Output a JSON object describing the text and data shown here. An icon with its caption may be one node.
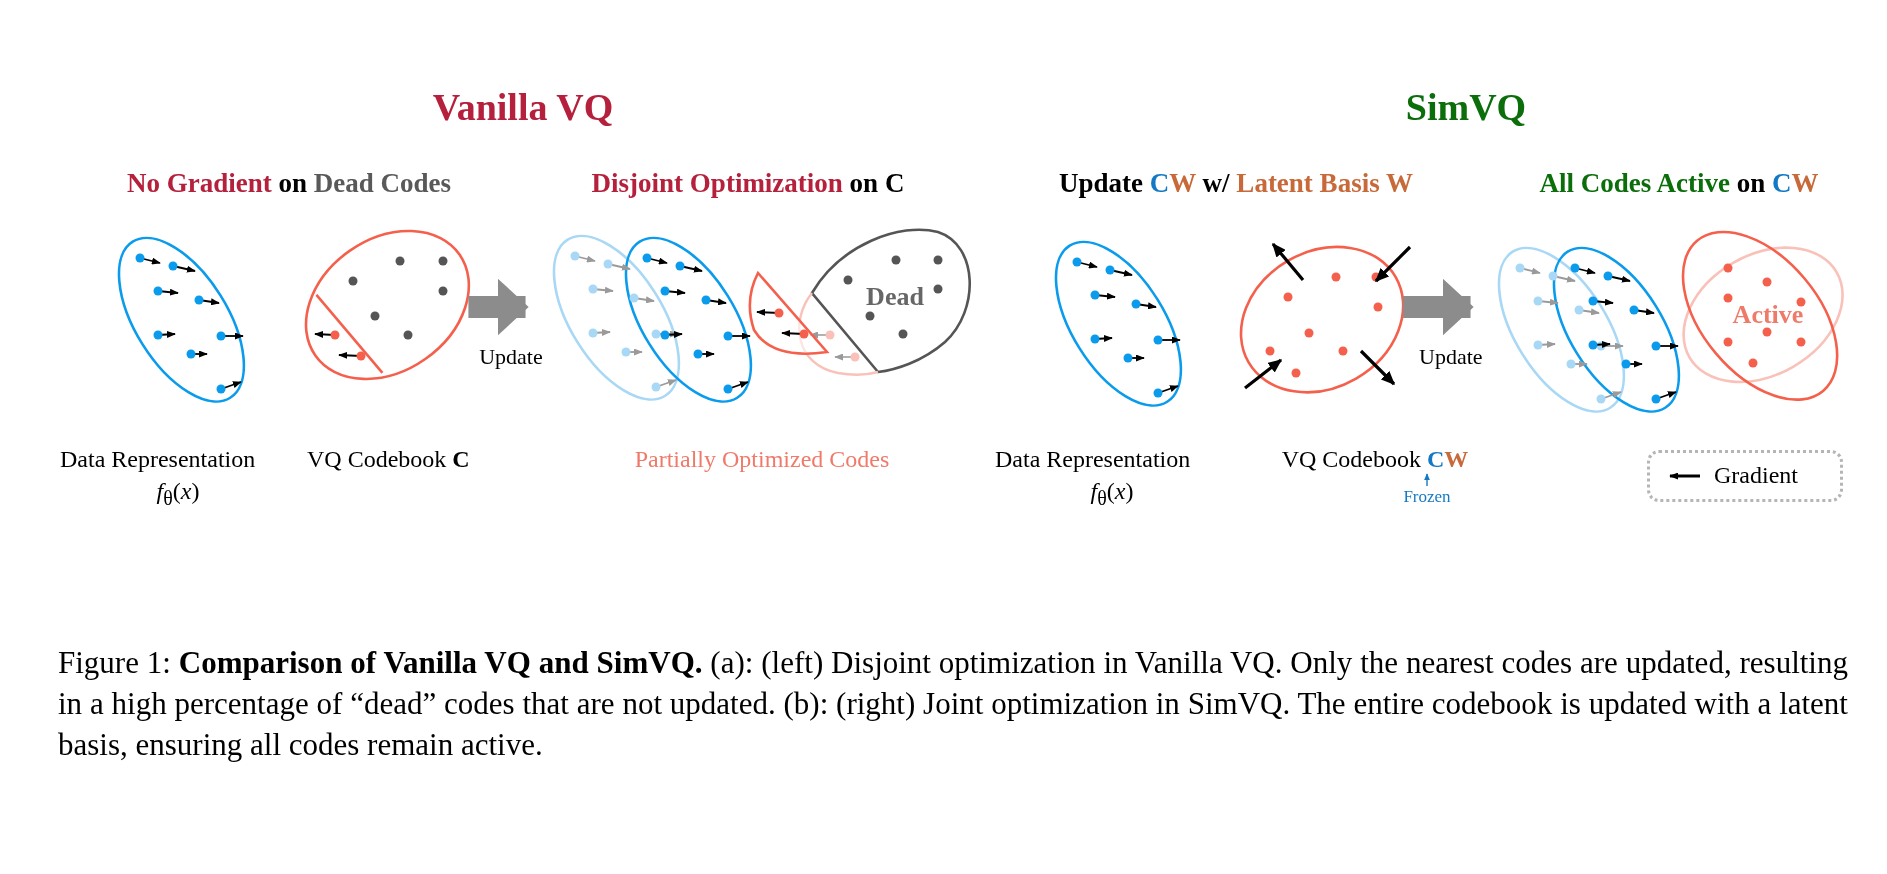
{
  "diagram": {
    "caption": "Figure 1: **Comparison of Vanilla VQ and SimVQ.** (a): (left) Disjoint optimization in Vanilla VQ. Only the nearest codes are updated, resulting in a high percentage of “dead” codes that are not updated. (b): (right) Joint optimization in SimVQ. The entire codebook is updated with a latent basis, ensuring all codes remain active.",
    "nodes": [
      {
        "text": [],
        "shape": "ellipse"
      },
      {
        "text": [],
        "shape": "ellipse"
      },
      {
        "text": [],
        "shape": "ellipse"
      },
      {
        "text": [
          "Dead"
        ]
      },
      {
        "text": [],
        "shape": "ellipse"
      },
      {
        "text": [],
        "shape": "ellipse"
      },
      {
        "text": [],
        "shape": "ellipse"
      },
      {
        "text": [
          "Active"
        ]
      },
      {
        "text": [
          "Frozen"
        ]
      },
      {
        "text": [
          "VQ Codebook **CW**"
        ]
      }
    ],
    "edges": [
      {
        "from": 1,
        "to": 2,
        "arrow": "to",
        "label": "Update"
      },
      {
        "from": 5,
        "to": 6,
        "arrow": "to",
        "label": "Update"
      },
      {
        "from": 8,
        "to": 9,
        "arrow": "to",
        "color": "#1479c4"
      }
    ],
    "labels": [
      "Vanilla VQ",
      "SimVQ",
      "No Gradient on Dead Codes",
      "Disjoint Optimization on C",
      "Update CW w/ Latent Basis W",
      "All Codes Active on CW",
      "Data Representation",
      "*f*$_{θ}$(*x*)",
      "VQ Codebook **C**",
      "Partially Optimized Codes",
      "Data Representation",
      "*f*$_{θ}$(*x*)"
    ],
    "legend": [
      {
        "text": "Gradient"
      }
    ]
  }
}
